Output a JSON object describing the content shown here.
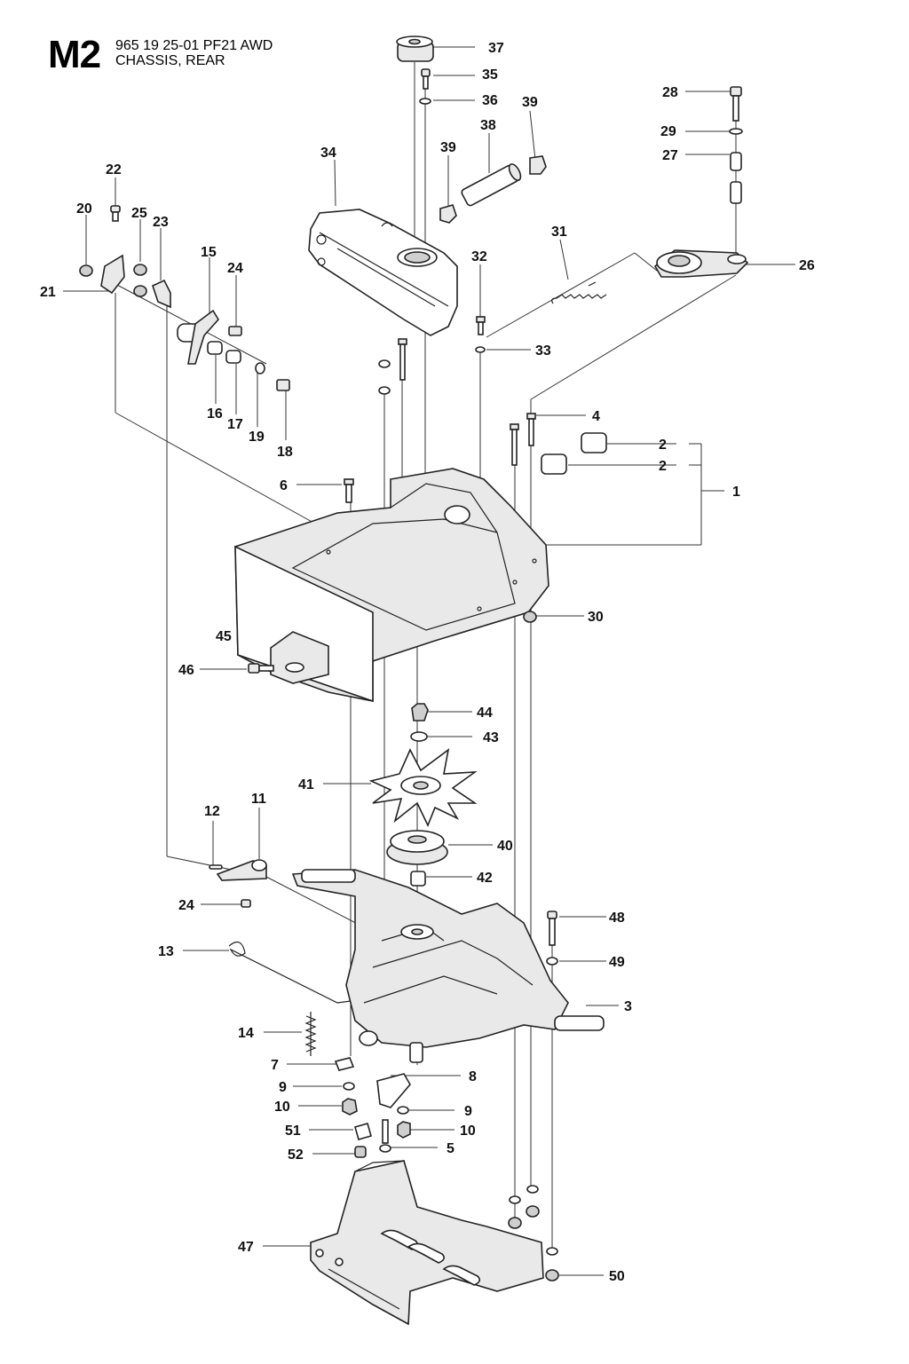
{
  "header": {
    "section_code": "M2",
    "model_line": "965 19 25-01 PF21 AWD",
    "section_name": "CHASSIS, REAR"
  },
  "callouts": [
    {
      "id": "37",
      "text": "37"
    },
    {
      "id": "35",
      "text": "35"
    },
    {
      "id": "36",
      "text": "36"
    },
    {
      "id": "39a",
      "text": "39"
    },
    {
      "id": "38",
      "text": "38"
    },
    {
      "id": "39b",
      "text": "39"
    },
    {
      "id": "34",
      "text": "34"
    },
    {
      "id": "28",
      "text": "28"
    },
    {
      "id": "29",
      "text": "29"
    },
    {
      "id": "27",
      "text": "27"
    },
    {
      "id": "26",
      "text": "26"
    },
    {
      "id": "22",
      "text": "22"
    },
    {
      "id": "20",
      "text": "20"
    },
    {
      "id": "25",
      "text": "25"
    },
    {
      "id": "23",
      "text": "23"
    },
    {
      "id": "15",
      "text": "15"
    },
    {
      "id": "24a",
      "text": "24"
    },
    {
      "id": "21",
      "text": "21"
    },
    {
      "id": "16",
      "text": "16"
    },
    {
      "id": "17",
      "text": "17"
    },
    {
      "id": "19",
      "text": "19"
    },
    {
      "id": "18",
      "text": "18"
    },
    {
      "id": "31",
      "text": "31"
    },
    {
      "id": "32",
      "text": "32"
    },
    {
      "id": "33",
      "text": "33"
    },
    {
      "id": "4",
      "text": "4"
    },
    {
      "id": "2a",
      "text": "2"
    },
    {
      "id": "2b",
      "text": "2"
    },
    {
      "id": "1",
      "text": "1"
    },
    {
      "id": "6",
      "text": "6"
    },
    {
      "id": "30",
      "text": "30"
    },
    {
      "id": "45",
      "text": "45"
    },
    {
      "id": "46",
      "text": "46"
    },
    {
      "id": "44",
      "text": "44"
    },
    {
      "id": "43",
      "text": "43"
    },
    {
      "id": "41",
      "text": "41"
    },
    {
      "id": "40",
      "text": "40"
    },
    {
      "id": "12",
      "text": "12"
    },
    {
      "id": "11",
      "text": "11"
    },
    {
      "id": "42",
      "text": "42"
    },
    {
      "id": "24b",
      "text": "24"
    },
    {
      "id": "48",
      "text": "48"
    },
    {
      "id": "13",
      "text": "13"
    },
    {
      "id": "49",
      "text": "49"
    },
    {
      "id": "3",
      "text": "3"
    },
    {
      "id": "14",
      "text": "14"
    },
    {
      "id": "7",
      "text": "7"
    },
    {
      "id": "8",
      "text": "8"
    },
    {
      "id": "9a",
      "text": "9"
    },
    {
      "id": "10a",
      "text": "10"
    },
    {
      "id": "9b",
      "text": "9"
    },
    {
      "id": "51",
      "text": "51"
    },
    {
      "id": "10b",
      "text": "10"
    },
    {
      "id": "52",
      "text": "52"
    },
    {
      "id": "5",
      "text": "5"
    },
    {
      "id": "47",
      "text": "47"
    },
    {
      "id": "50",
      "text": "50"
    }
  ]
}
